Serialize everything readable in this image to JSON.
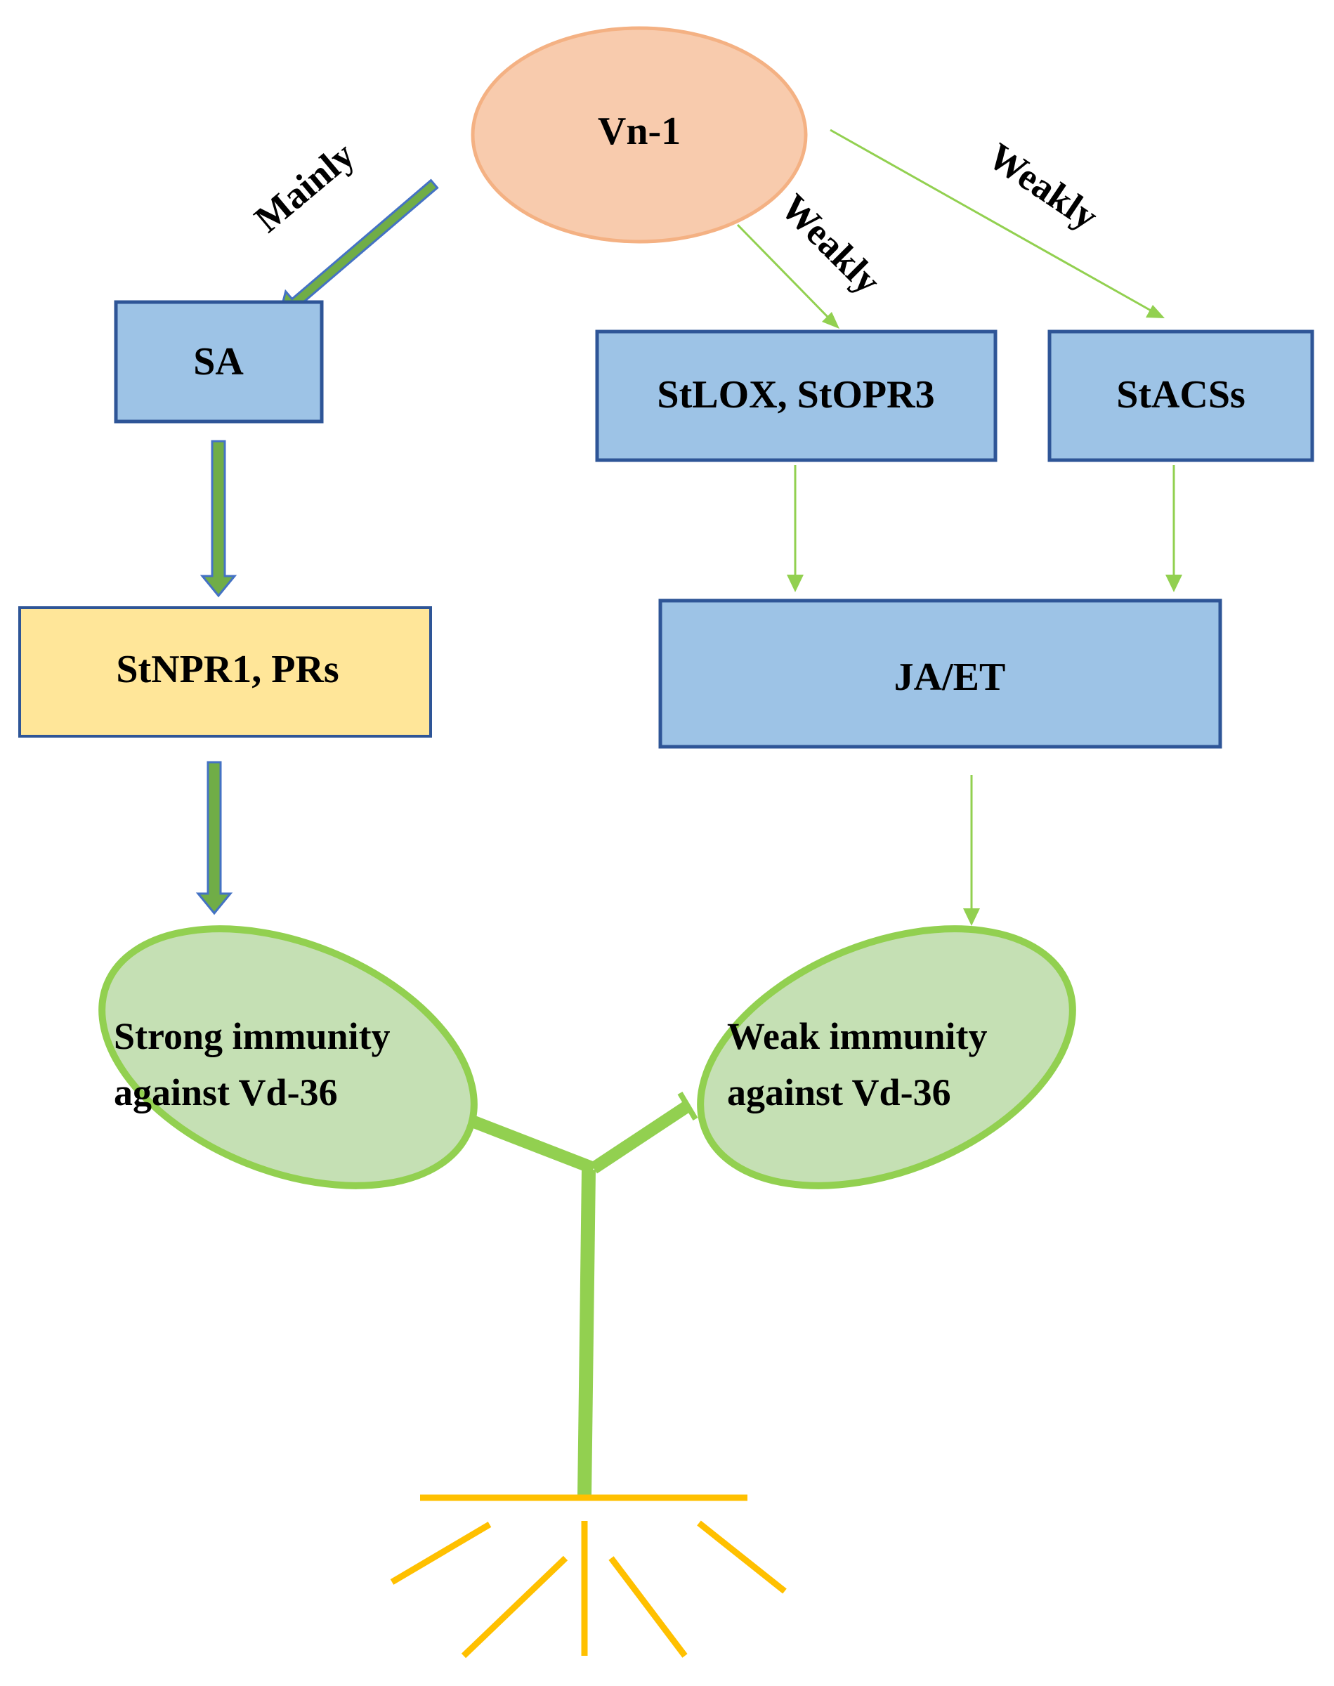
{
  "nodes": {
    "vn1": "Vn-1",
    "sa": "SA",
    "stlox": "StLOX, StOPR3",
    "stacss": "StACSs",
    "stnpr1": "StNPR1, PRs",
    "jaet": "JA/ET",
    "strong_line1": "Strong immunity",
    "strong_line2": "against Vd-36",
    "weak_line1": "Weak immunity",
    "weak_line2": "against Vd-36"
  },
  "edges": {
    "mainly": "Mainly",
    "weakly_1": "Weakly",
    "weakly_2": "Weakly"
  },
  "colors": {
    "ellipse_fill": "#f8cbad",
    "ellipse_stroke": "#f4b183",
    "box_fill": "#9dc3e6",
    "box_stroke": "#2e5597",
    "yellow_fill": "#ffe699",
    "leaf_fill": "#c5e0b4",
    "plant_green": "#92d050",
    "arrow_green": "#70ad47",
    "root_gold": "#ffc000"
  }
}
